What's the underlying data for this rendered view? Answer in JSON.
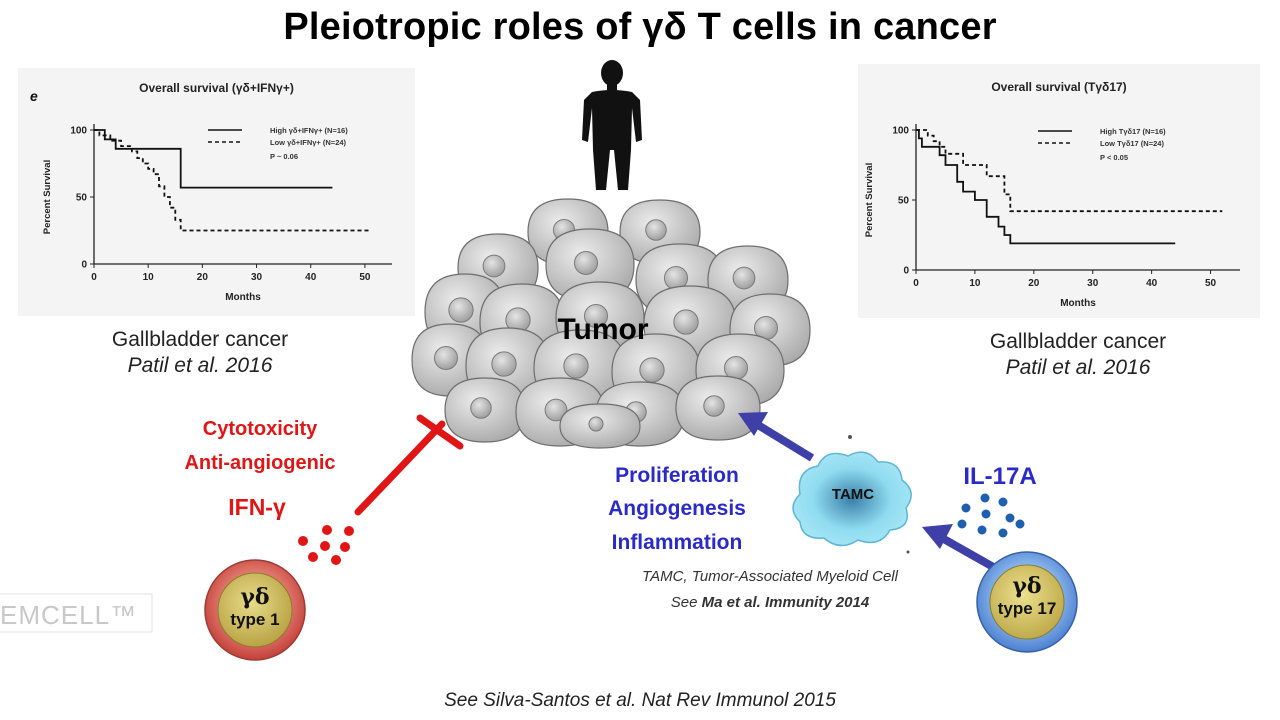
{
  "title": "Pleiotropic roles of γδ T cells in cancer",
  "left_panel": {
    "letter": "e",
    "caption_line1": "Gallbladder  cancer",
    "caption_line2": "Patil et al. 2016"
  },
  "right_panel": {
    "caption_line1": "Gallbladder  cancer",
    "caption_line2": "Patil et al. 2016"
  },
  "chart_data": [
    {
      "type": "line",
      "title": "Overall survival (γδ+IFNγ+)",
      "xlabel": "Months",
      "ylabel": "Percent Survival",
      "xlim": [
        0,
        55
      ],
      "ylim": [
        0,
        100
      ],
      "xticks": [
        0,
        10,
        20,
        30,
        40,
        50
      ],
      "yticks": [
        0,
        50,
        100
      ],
      "annotation": "P ~ 0.06",
      "series": [
        {
          "name": "High γδ+IFNγ+ (N=16)",
          "style": "solid",
          "x": [
            0,
            2,
            2,
            4,
            4,
            7,
            7,
            16,
            16,
            44
          ],
          "y": [
            100,
            100,
            93,
            93,
            86,
            86,
            86,
            86,
            57,
            57
          ]
        },
        {
          "name": "Low γδ+IFNγ+ (N=24)",
          "style": "dashed",
          "x": [
            0,
            1,
            1,
            3,
            3,
            5,
            5,
            7,
            7,
            8,
            8,
            9,
            9,
            10,
            10,
            11,
            11,
            12,
            12,
            13,
            13,
            14,
            14,
            15,
            15,
            16,
            16,
            51
          ],
          "y": [
            100,
            100,
            96,
            96,
            92,
            92,
            88,
            88,
            84,
            84,
            79,
            79,
            75,
            75,
            71,
            71,
            67,
            67,
            58,
            58,
            50,
            50,
            42,
            42,
            33,
            33,
            25,
            25
          ]
        }
      ]
    },
    {
      "type": "line",
      "title": "Overall survival (Tγδ17)",
      "xlabel": "Months",
      "ylabel": "Percent Survival",
      "xlim": [
        0,
        55
      ],
      "ylim": [
        0,
        100
      ],
      "xticks": [
        0,
        10,
        20,
        30,
        40,
        50
      ],
      "yticks": [
        0,
        50,
        100
      ],
      "annotation": "P < 0.05",
      "series": [
        {
          "name": "High Tγδ17 (N=16)",
          "style": "solid",
          "x": [
            0,
            0.5,
            0.5,
            1,
            1,
            4,
            4,
            5,
            5,
            7,
            7,
            8,
            8,
            10,
            10,
            12,
            12,
            14,
            14,
            15,
            15,
            16,
            16,
            44
          ],
          "y": [
            100,
            100,
            94,
            94,
            88,
            88,
            82,
            82,
            75,
            75,
            63,
            63,
            56,
            56,
            50,
            50,
            38,
            38,
            31,
            31,
            25,
            25,
            19,
            19
          ]
        },
        {
          "name": "Low Tγδ17 (N=24)",
          "style": "dashed",
          "x": [
            0,
            2,
            2,
            3,
            3,
            4,
            4,
            5,
            5,
            8,
            8,
            12,
            12,
            15,
            15,
            16,
            16,
            52
          ],
          "y": [
            100,
            100,
            96,
            96,
            92,
            92,
            88,
            88,
            83,
            83,
            75,
            75,
            67,
            67,
            54,
            54,
            42,
            42
          ]
        }
      ]
    }
  ],
  "tumor_label": "Tumor",
  "left_effects": {
    "line1": "Cytotoxicity",
    "line2": "Anti-angiogenic",
    "cytokine": "IFN-γ"
  },
  "right_effects": {
    "line1": "Proliferation",
    "line2": "Angiogenesis",
    "line3": "Inflammation",
    "cytokine": "IL-17A",
    "tamc_label": "TAMC"
  },
  "cell_type1": {
    "line1": "γδ",
    "line2": "type 1"
  },
  "cell_type17": {
    "line1": "γδ",
    "line2": "type 17"
  },
  "note_line1": "TAMC, Tumor-Associated Myeloid Cell",
  "note_line2_prefix": "See ",
  "note_line2_ref": "Ma et al. Immunity 2014",
  "footer": "See Silva-Santos et al. Nat Rev Immunol 2015",
  "watermark": "EMCELL™",
  "colors": {
    "red": "#e01515",
    "blue": "#2a2ac8",
    "tamc": "#7fd3ea",
    "cell_gray": "#c9c9c9",
    "type1_ring": "#d9544f",
    "type1_core": "#c8b65a",
    "type17_ring": "#5b8fd8",
    "type17_core": "#d2c36a"
  }
}
